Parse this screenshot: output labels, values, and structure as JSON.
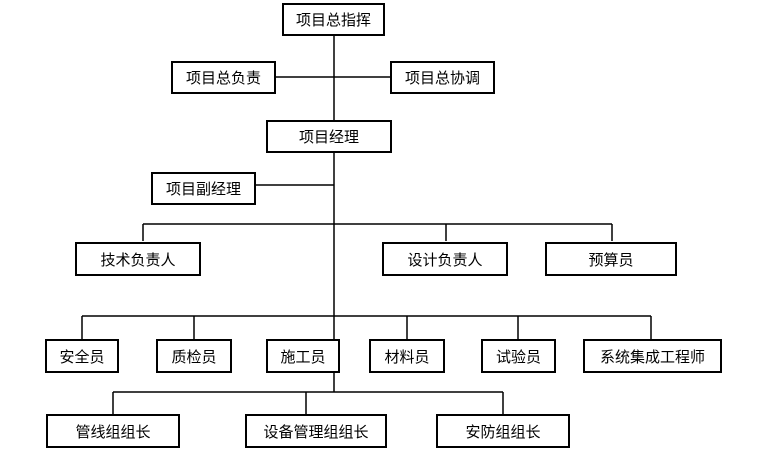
{
  "nodes": {
    "chief_commander": "项目总指挥",
    "general_manager": "项目总负责",
    "general_coordinator": "项目总协调",
    "project_manager": "项目经理",
    "deputy_manager": "项目副经理",
    "tech_lead": "技术负责人",
    "design_lead": "设计负责人",
    "budget_officer": "预算员",
    "safety_officer": "安全员",
    "quality_inspector": "质检员",
    "construction_worker": "施工员",
    "materials_officer": "材料员",
    "test_officer": "试验员",
    "systems_engineer": "系统集成工程师",
    "pipeline_leader": "管线组组长",
    "equipment_leader": "设备管理组组长",
    "security_leader": "安防组组长"
  }
}
